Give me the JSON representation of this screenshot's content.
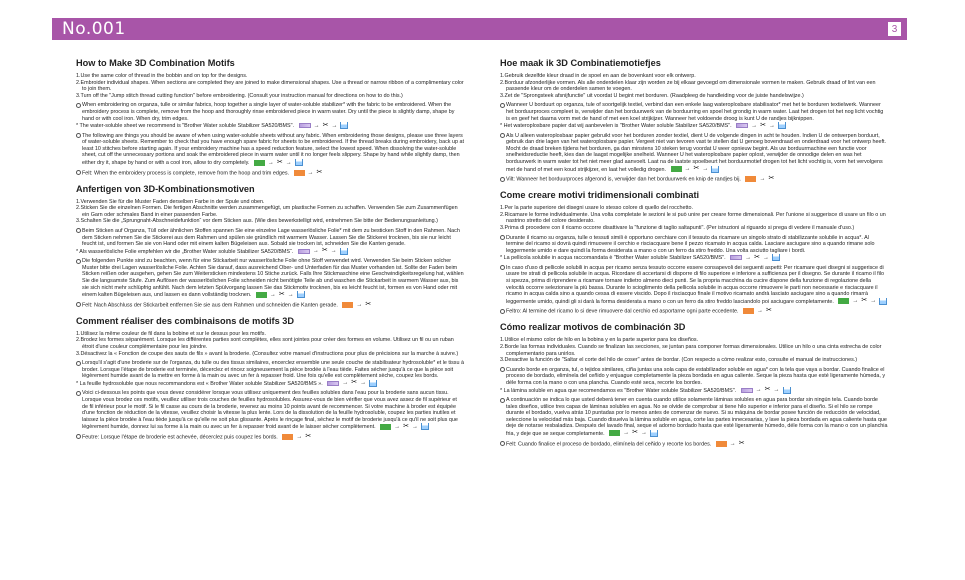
{
  "header": {
    "title": "No.001",
    "page_number": "3"
  },
  "left_column": [
    {
      "title": "How to Make 3D Combination Motifs",
      "steps": [
        "1.Use the same color of thread in the bobbin and on top for the designs.",
        "2.Embroider individual shapes. When sections are completed they are joined to make dimensional shapes. Use a thread or narrow ribbon of a complimentary color to join them.",
        "3.Turn off the \"Jump stitch thread cutting function\" before embroidering. (Consult your instruction manual for directions on how to do this.)"
      ],
      "block1": "When embroidering on organza, tulle or similar fabrics, hoop together a single layer of water-soluble stabilizer* with the fabric to be embroidered. When the embroidery process is complete, remove from the hoop and thoroughly rinse embroidered piece in warm water. Dry until the piece is slightly damp, shape by hand or with cool iron. When dry, trim edges.",
      "note": "* The water-soluble sheet we recommend is \"Brother Water soluble Stabilizer SA520/BMS\".",
      "block2": "The following are things you should be aware of when using water-soluble sheets without any fabric. When embroidering those designs, please use three layers of water-soluble sheets. Remember to check that you have enough spare fabric for sheets to be embroidered. If the thread breaks during embroidery, back up at least 10 stitches before starting again. If your embroidery machine has a speed reduction feature, select the lowest speed. When dissolving the water-soluble sheet, cut off the unnecessary portions and soak the embroidered piece in warm water until it no longer feels slippery. Shape by hand while slightly damp, then either dry it, shape by hand or with a cool iron, allow to dry completely.",
      "block3": "Felt: When the embroidery process is complete, remove from the hoop and trim edges."
    },
    {
      "title": "Anfertigen von 3D-Kombinationsmotiven",
      "steps": [
        "1.Verwenden Sie für die Muster Faden derselben Farbe in der Spule und oben.",
        "2.Sticken Sie die einzelnen Formen. Die fertigen Abschnitte werden zusammengefügt, um plastische Formen zu schaffen. Verwenden Sie zum Zusammenfügen ein Garn oder schmales Band in einer passenden Farbe.",
        "3.Schalten Sie die „Sprungnaht-Abschneidefunktion“ vor dem Sticken aus. (Wie dies bewerkstelligt wird, entnehmen Sie bitte der Bedienungsanleitung.)"
      ],
      "block1": "Beim Sticken auf Organza, Tüll oder ähnlichen Stoffen spannen Sie eine einzelne Lage wasserlösliche Folie* mit dem zu besticken Stoff in den Rahmen. Nach dem Sticken nehmen Sie die Stickerei aus dem Rahmen und spülen sie gründlich mit warmem Wasser. Lassen Sie die Stickerei trocknen, bis sie nur leicht feucht ist, und formen Sie sie von Hand oder mit einem kalten Bügeleisen aus. Sobald sie trocken ist, schneiden Sie die Kanten gerade.",
      "note": "* Als wasserlösliche Folie empfehlen wir die „Brother Water soluble Stabilizer SA520/BMS“.",
      "block2": "Die folgenden Punkte sind zu beachten, wenn für eine Stickarbeit nur wasserlösliche Folie ohne Stoff verwendet wird. Verwenden Sie beim Sticken solcher Muster bitte drei Lagen wasserlösliche Folie. Achten Sie darauf, dass ausreichend Ober- und Unterfaden für das Muster vorhanden ist. Sollte der Faden beim Sticken reißen oder ausgehen, gehen Sie zum Weitersticken mindestens 10 Stiche zurück. Falls Ihre Stickmaschine eine Geschwindigkeitsregelung hat, wählen Sie die langsamste Stufe. Zum Auflösen der wasserlöslichen Folie schneiden nicht benötigte Teile ab und waschen die Stickarbeit in warmem Wasser aus, bis sie sich nicht mehr schlüpfrig anfühlt. Nach dem letzten Spülvorgang lassen Sie das Stickmotiv trocknen, bis es leicht feucht ist, formen es von Hand oder mit einem kalten Bügeleisen aus, und lassen es dann vollständig trocknen.",
      "block3": "Felt: Nach Abschluss der Stickarbeit entfernen Sie sie aus dem Rahmen und schneiden die Kanten gerade."
    },
    {
      "title": "Comment réaliser des combinaisons de motifs 3D",
      "steps": [
        "1.Utilisez la même couleur de fil dans la bobine et sur le dessus pour les motifs.",
        "2.Brodez les formes séparément. Lorsque les différentes parties sont complètes, elles sont jointes pour créer des formes en volume. Utilisez un fil ou un ruban étroit d'une couleur complémentaire pour les joindre.",
        "3.Désactivez la « Fonction de coupe des sauts de fils » avant la broderie. (Consultez votre manuel d'instructions pour plus de précisions sur la marche à suivre.)"
      ],
      "block1": "Lorsqu'il s'agit d'une broderie sur de l'organza, du tulle ou des tissus similaires, encerclez ensemble une seule couche de stabilisateur hydrosoluble* et le tissu à broder. Lorsque l'étape de broderie est terminée, décerclez et rincez soigneusement la pièce brodée à l'eau tiède. Faites sécher jusqu'à ce que la pièce soit légèrement humide avant de la mettre en forme à la main ou avec un fer à repasser froid. Une fois qu'elle est complètement sèche, coupez les bords.",
      "note": "* La feuille hydrosoluble que nous recommandons est « Brother Water soluble Stabilizer SA520/BMS ».",
      "block2": "Voici ci-dessous les points que vous devez considérer lorsque vous utilisez uniquement des feuilles solubles dans l'eau pour la broderie sans aucun tissu. Lorsque vous brodez ces motifs, veuillez utiliser trois couches de feuilles hydrosolubles. Assurez-vous de bien vérifier que vous avez assez de fil supérieur et de fil inférieur pour le motif. Si le fil casse au cours de la broderie, revenez au moins 10 points avant de recommencer. Si votre machine à broder est équipée d'une fonction de réduction de la vitesse, veuillez choisir la vitesse la plus lente. Lors de la dissolution de la feuille hydrosoluble, coupez les parties inutiles et laissez la pièce brodée à l'eau tiède jusqu'à ce qu'elle ne soit plus glissante. Après le rinçage final, séchez le motif de broderie jusqu'à ce qu'il ne soit plus que légèrement humide, donnez lui sa forme à la main ou avec un fer à repasser froid avant de le laisser sécher complètement.",
      "block3": "Feutre: Lorsque l'étape de broderie est achevée, décerclez puis coupez les bords."
    }
  ],
  "right_column": [
    {
      "title": "Hoe maak ik 3D Combinatiemotiefjes",
      "steps": [
        "1.Gebruik dezelfde kleur draad in de spoel en aan de bovenkant voor elk ontwerp.",
        "2.Borduur afzonderlijke vormen. Als alle onderdelen klaar zijn worden ze bij elkaar gevoegd om dimensionale vormen te maken. Gebruik draad of lint van een passende kleur om de onderdelen samen te voegen.",
        "3.Zet de \"Sprongsteek afsnijfunctie\" uit voordat U begint met borduren. (Raadpleeg de handleiding voor de juiste handelswijze.)"
      ],
      "block1": "Wanneer U borduurt op organza, tule of soortgelijk textiel, verbind dan een enkele laag wateroplosbare stabilisator* met het te borduren textielwerk. Wanneer het borduurproces compleet is, verwijder dan het borduurwerk van de borduurring en spoel het grondig in warm water. Laat het drogen tot het nog licht vochtig is en geef het daarna vorm met de hand of met een koel strijkijzer. Wanneer het voldoende droog is kunt U de randjes bijknippen.",
      "note": "* Het wateroplosbare papier dat wij aanbevelen is \"Brother Water soluble Stabilizer SA520/BMS\".",
      "block2": "Als U alleen wateroplosbaar papier gebruikt voor het borduren zonder textiel, dient U de volgende dingen in acht te houden. Indien U de ontwerpen borduurt, gebruik dan drie lagen van het wateroplosbare papier. Vergeet niet van tevoren vast te stellen dat U genoeg bovendraad en onderdraad voor het ontwerp heeft. Mocht de draad breken tijdens het borduren, ga dan minstens 10 steken terug voordat U weer opnieuw begint. Als uw borduurmachine een functie voor snelheidsreductie heeft, kies dan de laagst mogelijke snelheid. Wanneer U het wateroplosbare papier oplost, verwijder de onnodige delen en was het borduurwerk in warm water tot het niet meer glad aanvoelt. Laat na de laatste spoelbeurt het borduurmotief drogen tot het licht vochtig is, vorm het vervolgens met de hand of met een koud strijkijzer, en laat het volledig drogen.",
      "block3": "Vilt: Wanneer het borduurproces afgerond is, verwijder dan het borduurwerk en knip de randjes bij."
    },
    {
      "title": "Come creare motivi tridimensionali combinati",
      "steps": [
        "1.Per la parte superiore dei disegni usare lo stesso colore di quello del rocchetto.",
        "2.Ricamare le forme individualmente. Una volta completate le sezioni le si può unire per creare forme dimensionali. Per l'unione si suggerisce di usare un filo o un nastrino stretto del colore desiderato.",
        "3.Prima di procedere con il ricamo occorre disattivare la \"funzione di taglio saltapunti\". (Per istruzioni al riguardo si prega di vedere il manuale d'uso.)"
      ],
      "block1": "Durante il ricamo su organza, tulle o tessuti simili è opportuno cerchiare con il tessuto da ricamare un singolo strato di stabilizzante solubile in acqua*. Al termine del ricamo si dovrà quindi rimuovere il cerchio e risciacquare bene il pezzo ricamato in acqua calda. Lasciare asciugare sino a quando rimane solo leggermente umido e dare quindi la forma desiderata a mano o con un ferro da stiro freddo. Una volta asciutto tagliare i bordi.",
      "note": "* La pellicola solubile in acqua raccomandata è \"Brother Water soluble Stabilizer SA520/BMS\".",
      "block2": "In caso d'uso di pellicole solubili in acqua per ricamo senza tessuto occorre essere consapevoli dei seguenti aspetti: Per ricamare quei disegni si suggerisce di usare tre strati di pellicola solubile in acqua. Ricordare di accertarsi di disporre di filo superiore e inferiore a sufficienza per il disegno. Se durante il ricamo il filo si spezza, prima di riprendere a ricamare tornare indietro almeno dieci punti. Se la propria macchina da cucire dispone della funzione di regolazione della velocità occorre selezionare la più bassa. Durante lo scioglimento della pellicola solubile in acqua occorre rimuovere le parti non necessarie e risciacquare il ricamo in acqua calda sino a quando cessa di essere viscido. Dopo il risciacquo finale il motivo ricamato andrà lasciato asciugare sino a quando rimarrà leggermente umido, quindi gli si darà la forma desiderata a mano o con un ferro da stiro freddo lasciandolo poi asciugare completamente.",
      "block3": "Feltro: Al termine del ricamo lo si deve rimuovere dal cerchio ed asportarne ogni parte eccedente."
    },
    {
      "title": "Cómo realizar motivos de combinación 3D",
      "steps": [
        "1.Utilice el mismo color de hilo en la bobina y en la parte superior para los diseños.",
        "2.Borde las formas individuales. Cuando se finalizan las secciones, se juntan para componer formas dimensionales. Utilice un hilo o una cinta estrecha de color complementario para unirlos.",
        "3.Desactive la función de \"Saltar el corte del hilo de coser\" antes de bordar. (Con respecto a cómo realizar esto, consulte el manual de instrucciones.)"
      ],
      "block1": "Cuando borde en organza, tul, o tejidos similares, ciña juntas una sola capa de estabilizador soluble en agua* con la tela que vaya a bordar. Cuando finalice el proceso de bordado, elimínela del ceñido y enjuague completamente la pieza bordada en agua caliente. Seque la pieza hasta que esté ligeramente húmeda, y déle forma con la mano o con una plancha. Cuando esté seca, recorte los bordes.",
      "note": "* La lámina soluble en agua que recomendamos es \"Brother Water soluble Stabilizer SA520/BMS\".",
      "block2": "A continuación se indica lo que usted deberá tener en cuenta cuando utilice solamente láminas solubles en agua para bordar sin ningún tela. Cuando borde tales diseños, utilice tres capas de láminas solubles en agua. No se olvide de comprobar si tiene hilo superior e inferior para el diseño. Si el hilo se rompe durante el bordado, vuelva atrás 10 puntadas por lo menos antes de comenzar de nuevo. Si su máquina de bordar posee función de reducción de velocidad, seleccione la velocidad más baja. Cuando disuelva la lámina soluble en agua, corte las partes innecesarias, y lave la pieza bordada en agua caliente hasta que deje de notarse resbaladiza. Después del lavado final, seque el adorno bordado hasta que esté ligeramente húmedo, déle forma con la mano o con un planchia fria, y deje que se seque completamente.",
      "block3": "Felt: Cuando finalice el proceso de bordado, elimínela del ceñido y recorte los bordes."
    }
  ]
}
